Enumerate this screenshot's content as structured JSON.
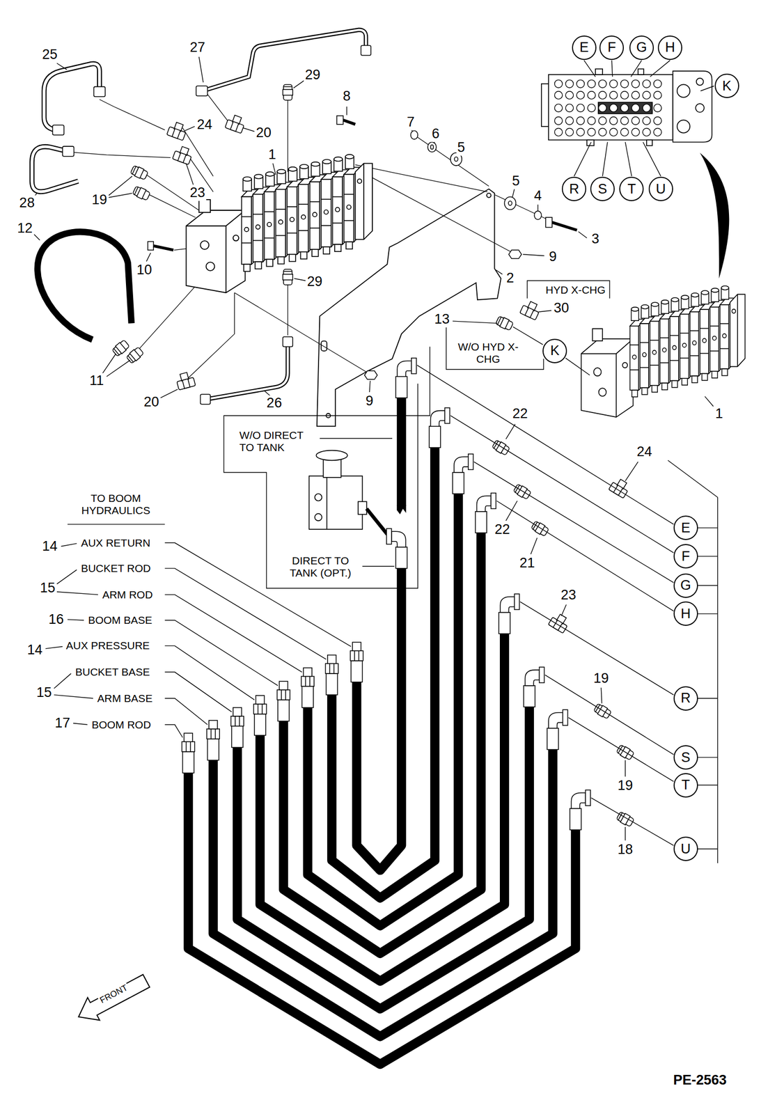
{
  "diagram": {
    "nodes": [
      {
        "text": [
          "E"
        ]
      },
      {
        "text": [
          "F"
        ]
      },
      {
        "text": [
          "G"
        ]
      },
      {
        "text": [
          "H"
        ]
      },
      {
        "text": [
          "K"
        ]
      },
      {
        "text": [
          "R"
        ]
      },
      {
        "text": [
          "S"
        ]
      },
      {
        "text": [
          "T"
        ]
      },
      {
        "text": [
          "U"
        ]
      },
      {
        "text": [
          "K"
        ]
      },
      {
        "text": [
          "E"
        ]
      },
      {
        "text": [
          "F"
        ]
      },
      {
        "text": [
          "G"
        ]
      },
      {
        "text": [
          "H"
        ]
      },
      {
        "text": [
          "R"
        ]
      },
      {
        "text": [
          "S"
        ]
      },
      {
        "text": [
          "T"
        ]
      },
      {
        "text": [
          "U"
        ]
      }
    ],
    "labels": [
      "25",
      "27",
      "29",
      "8",
      "7",
      "6",
      "5",
      "24",
      "20",
      "1",
      "5",
      "23",
      "4",
      "19",
      "28",
      "12",
      "3",
      "9",
      "10",
      "2",
      "29",
      "HYD X-CHG",
      "30",
      "13",
      "W/O HYD X-CHG",
      "11",
      "20",
      "26",
      "9",
      "1",
      "22",
      "W/O DIRECT TO TANK",
      "24",
      "TO BOOM HYDRAULICS",
      "22",
      "AUX RETURN",
      "14",
      "21",
      "DIRECT TO TANK (OPT.)",
      "BUCKET ROD",
      "15",
      "ARM ROD",
      "23",
      "16",
      "BOOM BASE",
      "AUX PRESSURE",
      "14",
      "BUCKET BASE",
      "19",
      "15",
      "ARM BASE",
      "17",
      "BOOM ROD",
      "19",
      "18",
      "FRONT",
      "PE-2563"
    ]
  }
}
